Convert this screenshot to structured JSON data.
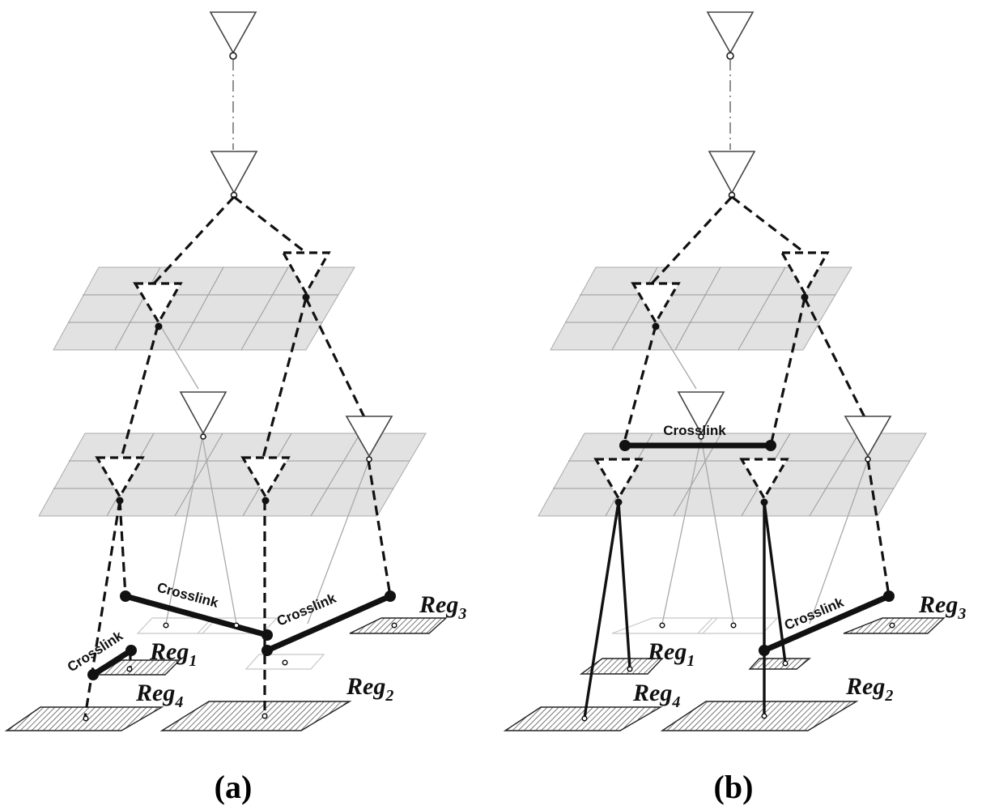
{
  "panels": [
    {
      "caption": "(a)",
      "crosslinks": [
        "Crosslink",
        "Crosslink",
        "Crosslink"
      ],
      "regions": [
        {
          "name": "Reg",
          "sub": "1"
        },
        {
          "name": "Reg",
          "sub": "2"
        },
        {
          "name": "Reg",
          "sub": "3"
        },
        {
          "name": "Reg",
          "sub": "4"
        }
      ]
    },
    {
      "caption": "(b)",
      "crosslinks": [
        "Crosslink",
        "Crosslink"
      ],
      "regions": [
        {
          "name": "Reg",
          "sub": "1"
        },
        {
          "name": "Reg",
          "sub": "2"
        },
        {
          "name": "Reg",
          "sub": "3"
        },
        {
          "name": "Reg",
          "sub": "4"
        }
      ]
    }
  ]
}
